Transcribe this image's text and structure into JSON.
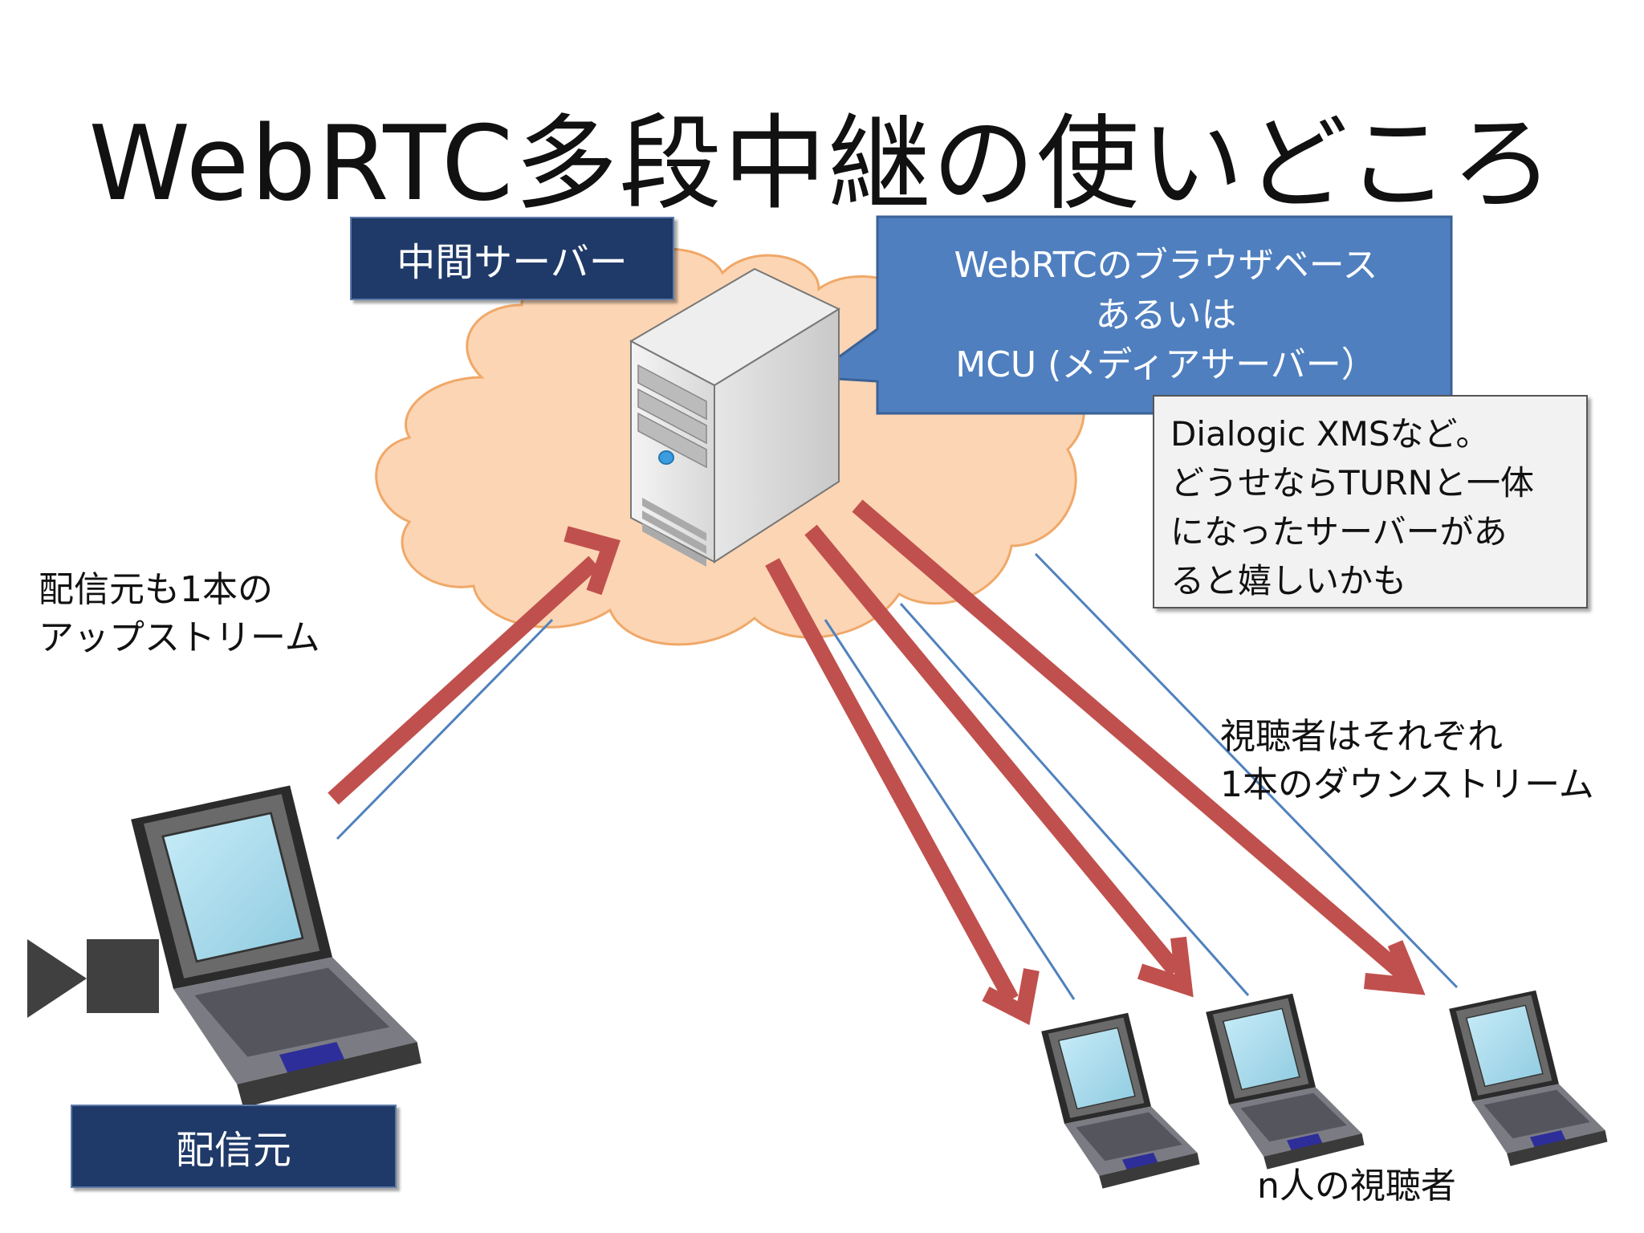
{
  "title": "WebRTC多段中継の使いどころ",
  "server_label": "中間サーバー",
  "callout": {
    "line1": "WebRTCのブラウザベース",
    "line2": "あるいは",
    "line3": "MCU (メディアサーバー）"
  },
  "note": {
    "line1": "Dialogic XMSなど。",
    "line2": "どうせならTURNと一体",
    "line3": "になったサーバーがあ",
    "line4": "ると嬉しいかも"
  },
  "upstream_caption": {
    "line1": "配信元も1本の",
    "line2": "アップストリーム"
  },
  "downstream_caption": {
    "line1": "視聴者はそれぞれ",
    "line2": "1本のダウンストリーム"
  },
  "source_label": "配信元",
  "viewers_label": "n人の視聴者",
  "colors": {
    "navy": "#1f3a68",
    "callout_blue": "#4f7fbf",
    "arrow_red": "#c0504d",
    "line_blue": "#4f81bd",
    "cloud_fill": "#fcd5b4",
    "cloud_stroke": "#f0a868"
  },
  "icons": [
    "server-icon",
    "laptop-icon",
    "video-camera-icon",
    "cloud-shape"
  ]
}
